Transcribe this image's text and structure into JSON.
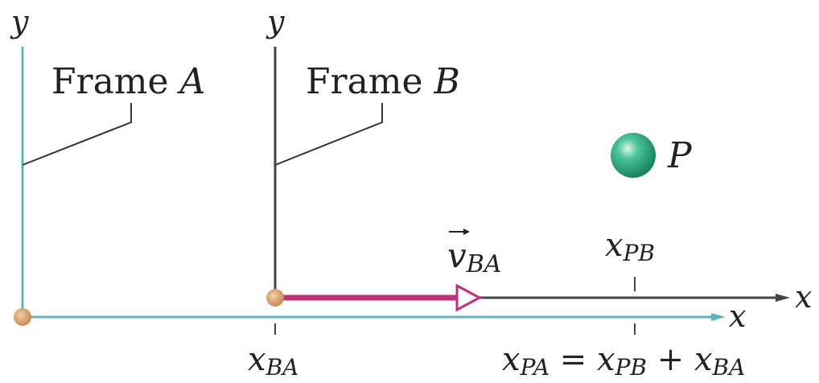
{
  "frame_a": {
    "label_prefix": "Frame ",
    "label_name": "A",
    "y_axis_label": "y",
    "x_axis_label": "x",
    "axis_color": "#5fb4b4"
  },
  "frame_b": {
    "label_prefix": "Frame ",
    "label_name": "B",
    "y_axis_label": "y",
    "x_axis_label": "x",
    "axis_color": "#444444"
  },
  "velocity": {
    "symbol": "v",
    "subscript": "BA",
    "arrow_color": "#c0307a"
  },
  "particle": {
    "label": "P",
    "color": "#2aa67a"
  },
  "origin_color": "#d9a06a",
  "ticks": {
    "x_ba": {
      "base": "x",
      "sub": "BA"
    },
    "x_pb": {
      "base": "x",
      "sub": "PB"
    },
    "x_pa_equation": {
      "lhs_base": "x",
      "lhs_sub": "PA",
      "eq": " = ",
      "t1_base": "x",
      "t1_sub": "PB",
      "plus": " + ",
      "t2_base": "x",
      "t2_sub": "BA"
    }
  }
}
